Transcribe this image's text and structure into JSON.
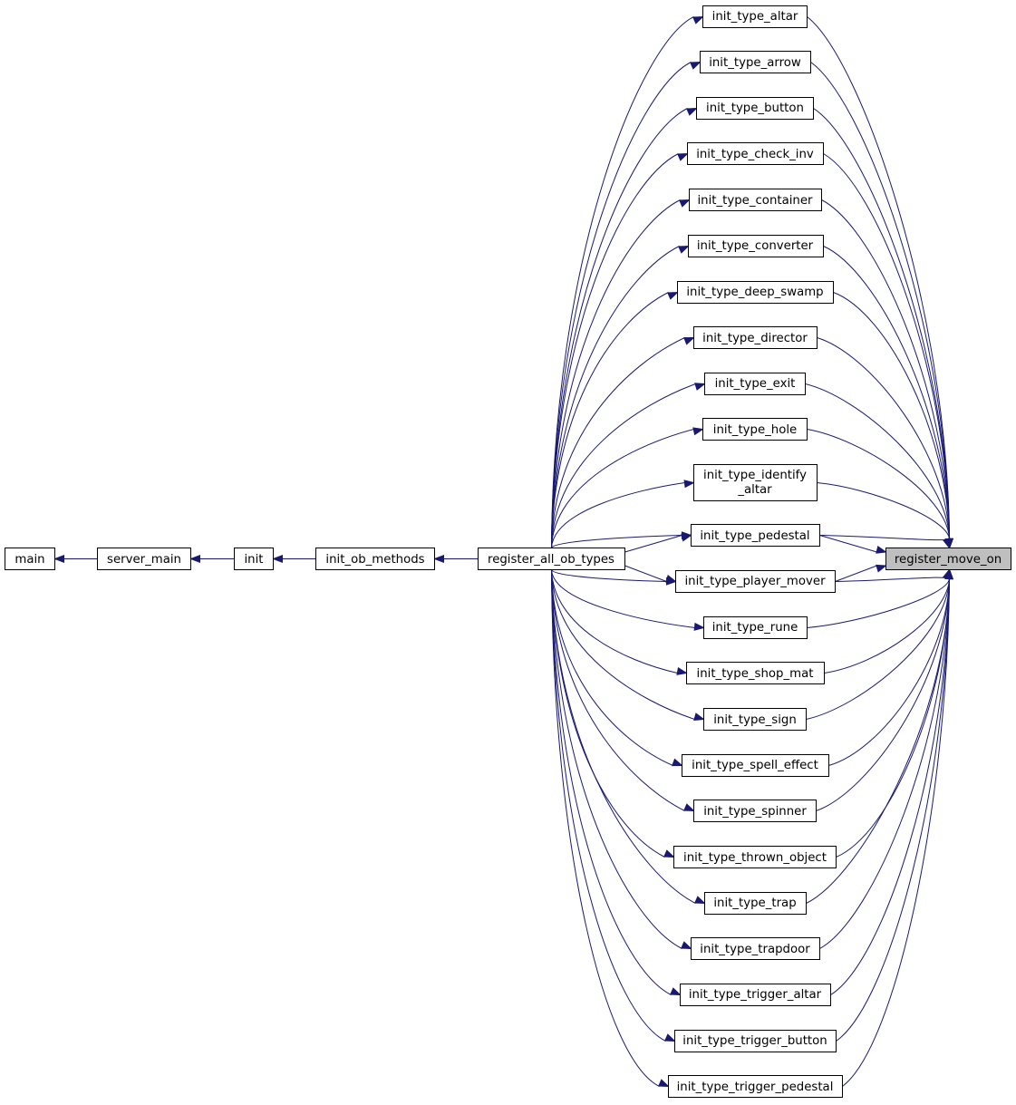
{
  "graph": {
    "edge_color": "#191970",
    "focus_fill": "#bfbfbf",
    "nodes": {
      "main": "main",
      "server_main": "server_main",
      "init": "init",
      "init_ob_methods": "init_ob_methods",
      "register_all_ob_types": "register_all_ob_types",
      "register_move_on": "register_move_on",
      "init_type_altar": "init_type_altar",
      "init_type_arrow": "init_type_arrow",
      "init_type_button": "init_type_button",
      "init_type_check_inv": "init_type_check_inv",
      "init_type_container": "init_type_container",
      "init_type_converter": "init_type_converter",
      "init_type_deep_swamp": "init_type_deep_swamp",
      "init_type_director": "init_type_director",
      "init_type_exit": "init_type_exit",
      "init_type_hole": "init_type_hole",
      "init_type_identify_altar_line1": "init_type_identify",
      "init_type_identify_altar_line2": "_altar",
      "init_type_pedestal": "init_type_pedestal",
      "init_type_player_mover": "init_type_player_mover",
      "init_type_rune": "init_type_rune",
      "init_type_shop_mat": "init_type_shop_mat",
      "init_type_sign": "init_type_sign",
      "init_type_spell_effect": "init_type_spell_effect",
      "init_type_spinner": "init_type_spinner",
      "init_type_thrown_object": "init_type_thrown_object",
      "init_type_trap": "init_type_trap",
      "init_type_trapdoor": "init_type_trapdoor",
      "init_type_trigger_altar": "init_type_trigger_altar",
      "init_type_trigger_button": "init_type_trigger_button",
      "init_type_trigger_pedestal": "init_type_trigger_pedestal"
    },
    "edges": [
      [
        "server_main",
        "main"
      ],
      [
        "init",
        "server_main"
      ],
      [
        "init_ob_methods",
        "init"
      ],
      [
        "register_all_ob_types",
        "init_ob_methods"
      ],
      [
        "init_type_altar",
        "register_all_ob_types"
      ],
      [
        "init_type_arrow",
        "register_all_ob_types"
      ],
      [
        "init_type_button",
        "register_all_ob_types"
      ],
      [
        "init_type_check_inv",
        "register_all_ob_types"
      ],
      [
        "init_type_container",
        "register_all_ob_types"
      ],
      [
        "init_type_converter",
        "register_all_ob_types"
      ],
      [
        "init_type_deep_swamp",
        "register_all_ob_types"
      ],
      [
        "init_type_director",
        "register_all_ob_types"
      ],
      [
        "init_type_exit",
        "register_all_ob_types"
      ],
      [
        "init_type_hole",
        "register_all_ob_types"
      ],
      [
        "init_type_identify_altar",
        "register_all_ob_types"
      ],
      [
        "init_type_pedestal",
        "register_all_ob_types"
      ],
      [
        "init_type_player_mover",
        "register_all_ob_types"
      ],
      [
        "init_type_rune",
        "register_all_ob_types"
      ],
      [
        "init_type_shop_mat",
        "register_all_ob_types"
      ],
      [
        "init_type_sign",
        "register_all_ob_types"
      ],
      [
        "init_type_spell_effect",
        "register_all_ob_types"
      ],
      [
        "init_type_spinner",
        "register_all_ob_types"
      ],
      [
        "init_type_thrown_object",
        "register_all_ob_types"
      ],
      [
        "init_type_trap",
        "register_all_ob_types"
      ],
      [
        "init_type_trapdoor",
        "register_all_ob_types"
      ],
      [
        "init_type_trigger_altar",
        "register_all_ob_types"
      ],
      [
        "init_type_trigger_button",
        "register_all_ob_types"
      ],
      [
        "init_type_trigger_pedestal",
        "register_all_ob_types"
      ],
      [
        "register_all_ob_types",
        "register_move_on"
      ],
      [
        "init_type_altar",
        "register_move_on"
      ],
      [
        "init_type_arrow",
        "register_move_on"
      ],
      [
        "init_type_button",
        "register_move_on"
      ],
      [
        "init_type_check_inv",
        "register_move_on"
      ],
      [
        "init_type_container",
        "register_move_on"
      ],
      [
        "init_type_converter",
        "register_move_on"
      ],
      [
        "init_type_deep_swamp",
        "register_move_on"
      ],
      [
        "init_type_director",
        "register_move_on"
      ],
      [
        "init_type_exit",
        "register_move_on"
      ],
      [
        "init_type_hole",
        "register_move_on"
      ],
      [
        "init_type_identify_altar",
        "register_move_on"
      ],
      [
        "init_type_pedestal",
        "register_move_on"
      ],
      [
        "init_type_player_mover",
        "register_move_on"
      ],
      [
        "init_type_rune",
        "register_move_on"
      ],
      [
        "init_type_shop_mat",
        "register_move_on"
      ],
      [
        "init_type_sign",
        "register_move_on"
      ],
      [
        "init_type_spell_effect",
        "register_move_on"
      ],
      [
        "init_type_spinner",
        "register_move_on"
      ],
      [
        "init_type_thrown_object",
        "register_move_on"
      ],
      [
        "init_type_trap",
        "register_move_on"
      ],
      [
        "init_type_trapdoor",
        "register_move_on"
      ],
      [
        "init_type_trigger_altar",
        "register_move_on"
      ],
      [
        "init_type_trigger_button",
        "register_move_on"
      ],
      [
        "init_type_trigger_pedestal",
        "register_move_on"
      ]
    ]
  }
}
